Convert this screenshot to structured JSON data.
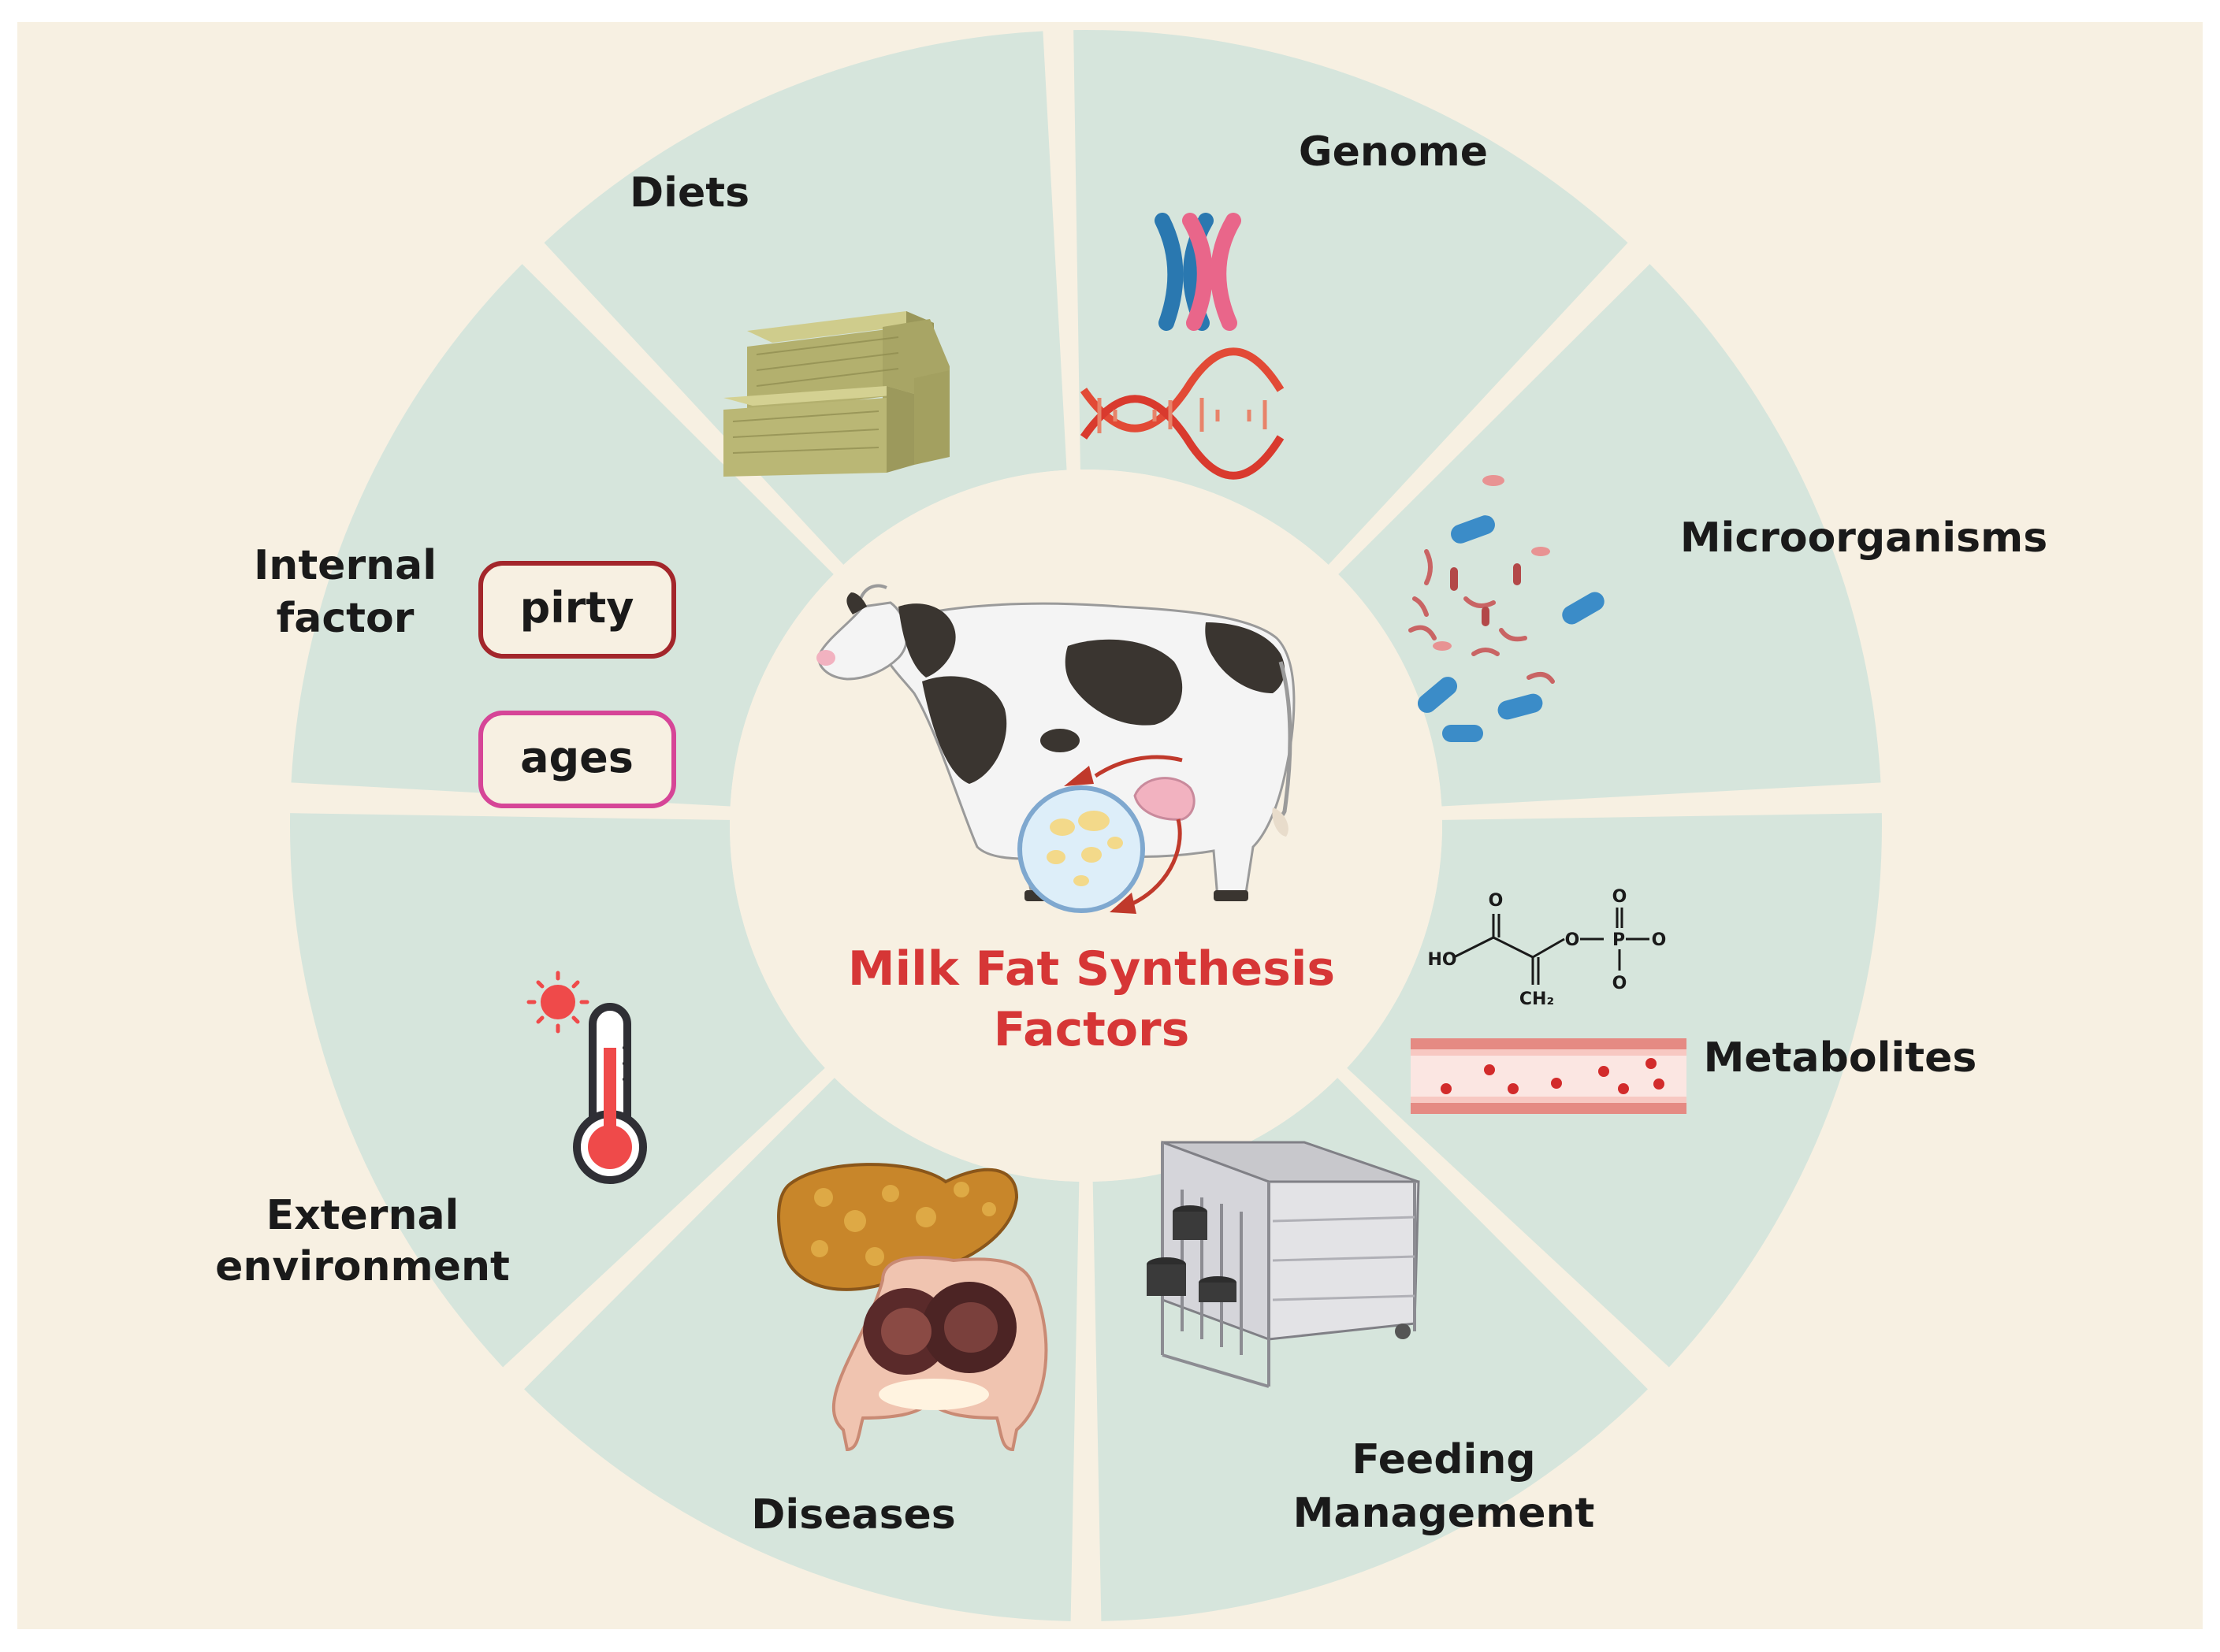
{
  "diagram": {
    "center": {
      "title_line1": "Milk Fat Synthesis",
      "title_line2": "Factors"
    },
    "segments": {
      "genome": {
        "label": "Genome",
        "icon": "chromosome-dna-icon"
      },
      "microorganisms": {
        "label": "Microorganisms",
        "icon": "bacteria-icon"
      },
      "metabolites": {
        "label": "Metabolites",
        "icon": "phosphoenolpyruvate-blood-vessel-icon"
      },
      "feeding_management": {
        "label_line1": "Feeding",
        "label_line2": "Management",
        "icon": "calf-hutch-icon"
      },
      "diseases": {
        "label": "Diseases",
        "icon": "liver-udder-icon"
      },
      "external_environment": {
        "label_line1": "External",
        "label_line2": "environment",
        "icon": "thermometer-sun-icon"
      },
      "internal_factor": {
        "label_line1": "Internal",
        "label_line2": "factor",
        "box1": "pirty",
        "box2": "ages"
      },
      "diets": {
        "label": "Diets",
        "icon": "hay-bales-icon"
      }
    },
    "chem": {
      "o1": "O",
      "o2": "O",
      "ho": "HO",
      "o3": "O",
      "p": "P",
      "o4": "O",
      "o5": "O",
      "ch2": "CH₂"
    },
    "colors": {
      "background": "#f7f0e2",
      "segment": "#d6e5dc",
      "center_fill": "#f7f0e2",
      "title": "#d63636",
      "pirty_border": "#a3262b",
      "ages_border": "#d64597"
    }
  }
}
